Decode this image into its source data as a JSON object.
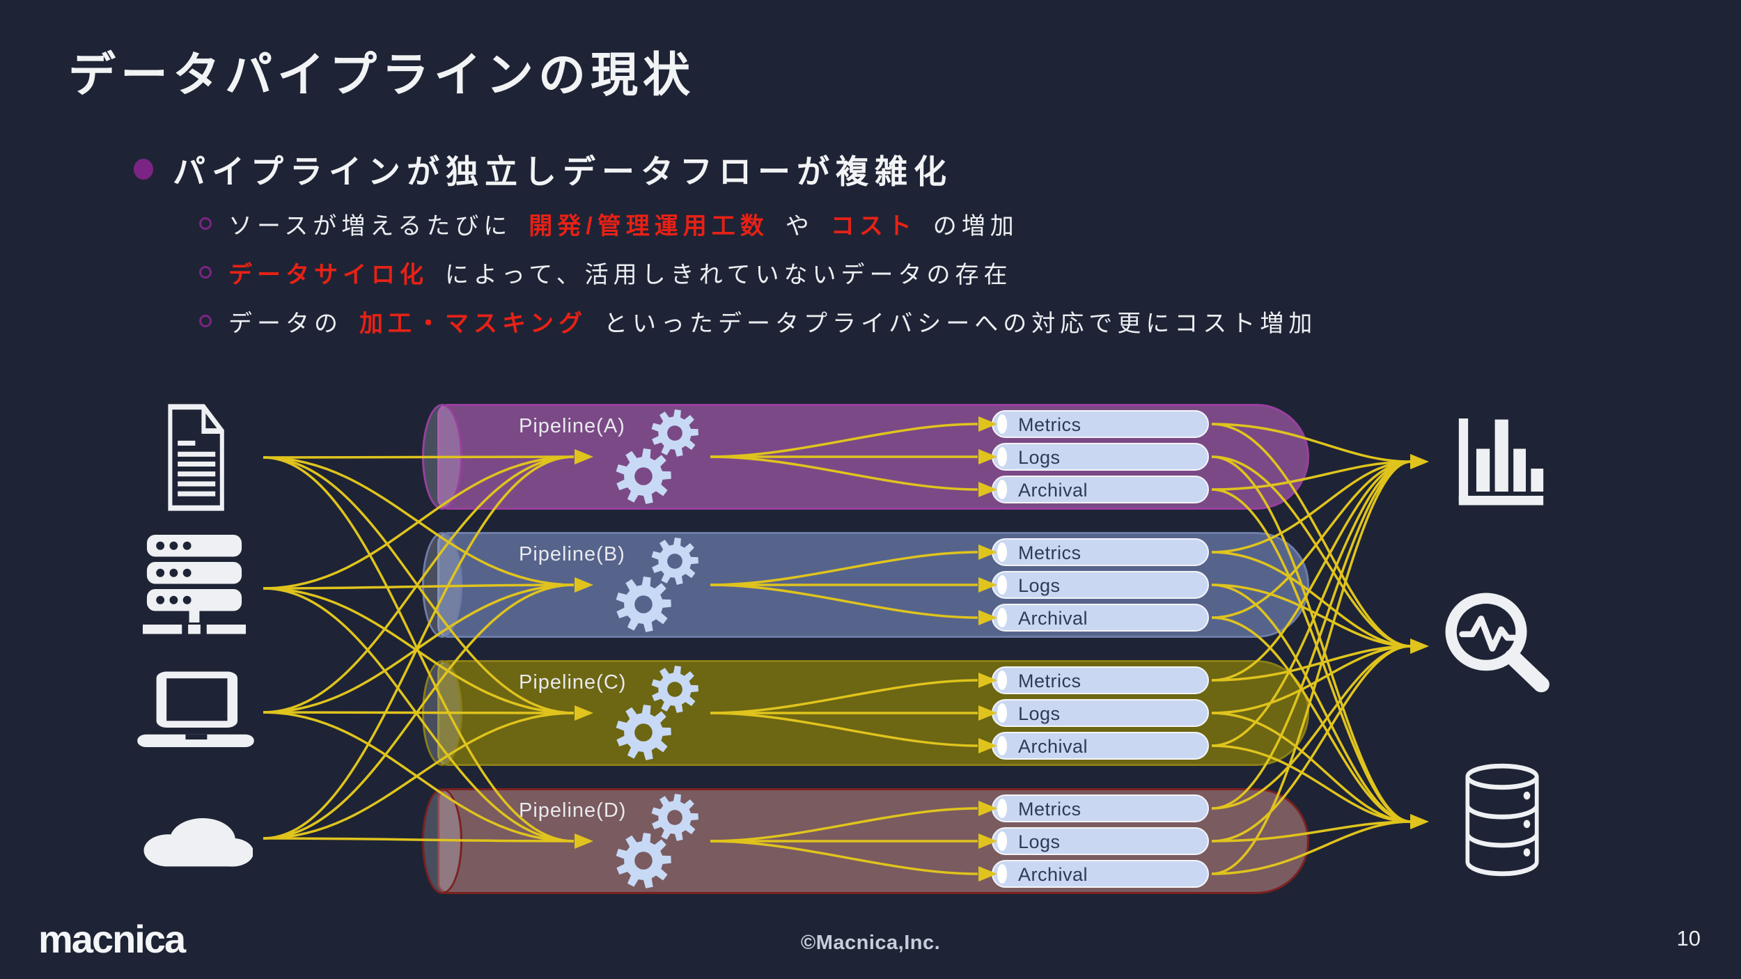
{
  "slide": {
    "title": "データパイプラインの現状",
    "page_number": "10",
    "copyright": "©Macnica,Inc.",
    "logo_text": "macnica"
  },
  "content": {
    "heading": "パイプラインが独立しデータフローが複雑化",
    "points": [
      {
        "parts": [
          {
            "text": "ソースが増えるたびに",
            "em": false
          },
          {
            "text": "開発/管理運用工数",
            "em": true
          },
          {
            "text": "や",
            "em": false
          },
          {
            "text": "コスト",
            "em": true
          },
          {
            "text": "の増加",
            "em": false
          }
        ]
      },
      {
        "parts": [
          {
            "text": "データサイロ化",
            "em": true
          },
          {
            "text": "によって、活用しきれていないデータの存在",
            "em": false
          }
        ]
      },
      {
        "parts": [
          {
            "text": "データの",
            "em": false
          },
          {
            "text": "加工・マスキング",
            "em": true
          },
          {
            "text": "といったデータプライバシーへの対応で更にコスト増加",
            "em": false
          }
        ]
      }
    ]
  },
  "diagram": {
    "sources": [
      {
        "icon": "document"
      },
      {
        "icon": "server"
      },
      {
        "icon": "laptop"
      },
      {
        "icon": "cloud"
      }
    ],
    "pipelines": [
      {
        "label": "Pipeline(A)",
        "fill": "#7b4a86",
        "stroke": "#9a3f9f"
      },
      {
        "label": "Pipeline(B)",
        "fill": "#56648c",
        "stroke": "#6d7ca8"
      },
      {
        "label": "Pipeline(C)",
        "fill": "#6d6613",
        "stroke": "#8a7f18"
      },
      {
        "label": "Pipeline(D)",
        "fill": "#7a5b60",
        "stroke": "#7c2120"
      }
    ],
    "outputs": [
      "Metrics",
      "Logs",
      "Archival"
    ],
    "destinations": [
      {
        "icon": "bar-chart"
      },
      {
        "icon": "search-pulse"
      },
      {
        "icon": "database"
      }
    ],
    "colors": {
      "background": "#1e2435",
      "flow_line": "#e0c41d",
      "accent_red": "#e72116",
      "bullet_purple": "#7c2483",
      "gear": "#c7d9f5",
      "pill_fill": "#c9d7f2",
      "pill_text": "#2e3b55"
    }
  }
}
